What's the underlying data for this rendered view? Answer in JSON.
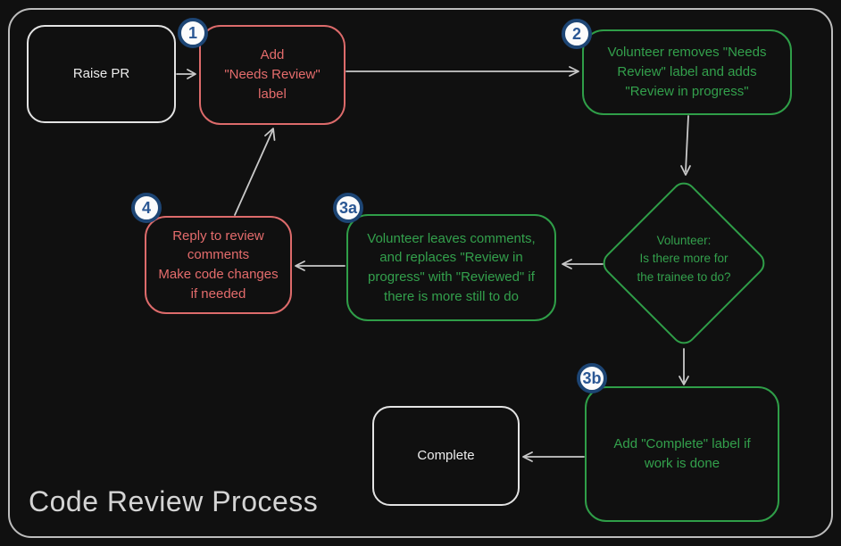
{
  "title": "Code Review Process",
  "colors": {
    "background": "#101010",
    "frame_border": "#bdbdbd",
    "red_accent": "#e46c6c",
    "green_accent": "#33a04c",
    "white_accent": "#ececec",
    "arrow": "#c9c9c9",
    "badge_border": "#1d4574",
    "badge_fill": "#fbfbfb",
    "badge_text": "#2a5794"
  },
  "nodes": {
    "raise_pr": {
      "label": "Raise PR"
    },
    "add_needs_review": {
      "label": "Add\n\"Needs Review\"\nlabel",
      "badge": "1"
    },
    "volunteer_removes": {
      "label": "Volunteer removes \"Needs\nReview\" label and adds\n\"Review in progress\"",
      "badge": "2"
    },
    "decision": {
      "label": "Volunteer:\nIs there more for\nthe trainee to do?"
    },
    "leaves_comments": {
      "label": "Volunteer leaves comments,\nand replaces \"Review in\nprogress\" with \"Reviewed\" if\nthere is more still to do",
      "badge": "3a"
    },
    "reply_comments": {
      "label": "Reply to review\ncomments\nMake code changes\nif needed",
      "badge": "4"
    },
    "add_complete": {
      "label": "Add \"Complete\" label if\nwork is done",
      "badge": "3b"
    },
    "complete": {
      "label": "Complete"
    }
  }
}
